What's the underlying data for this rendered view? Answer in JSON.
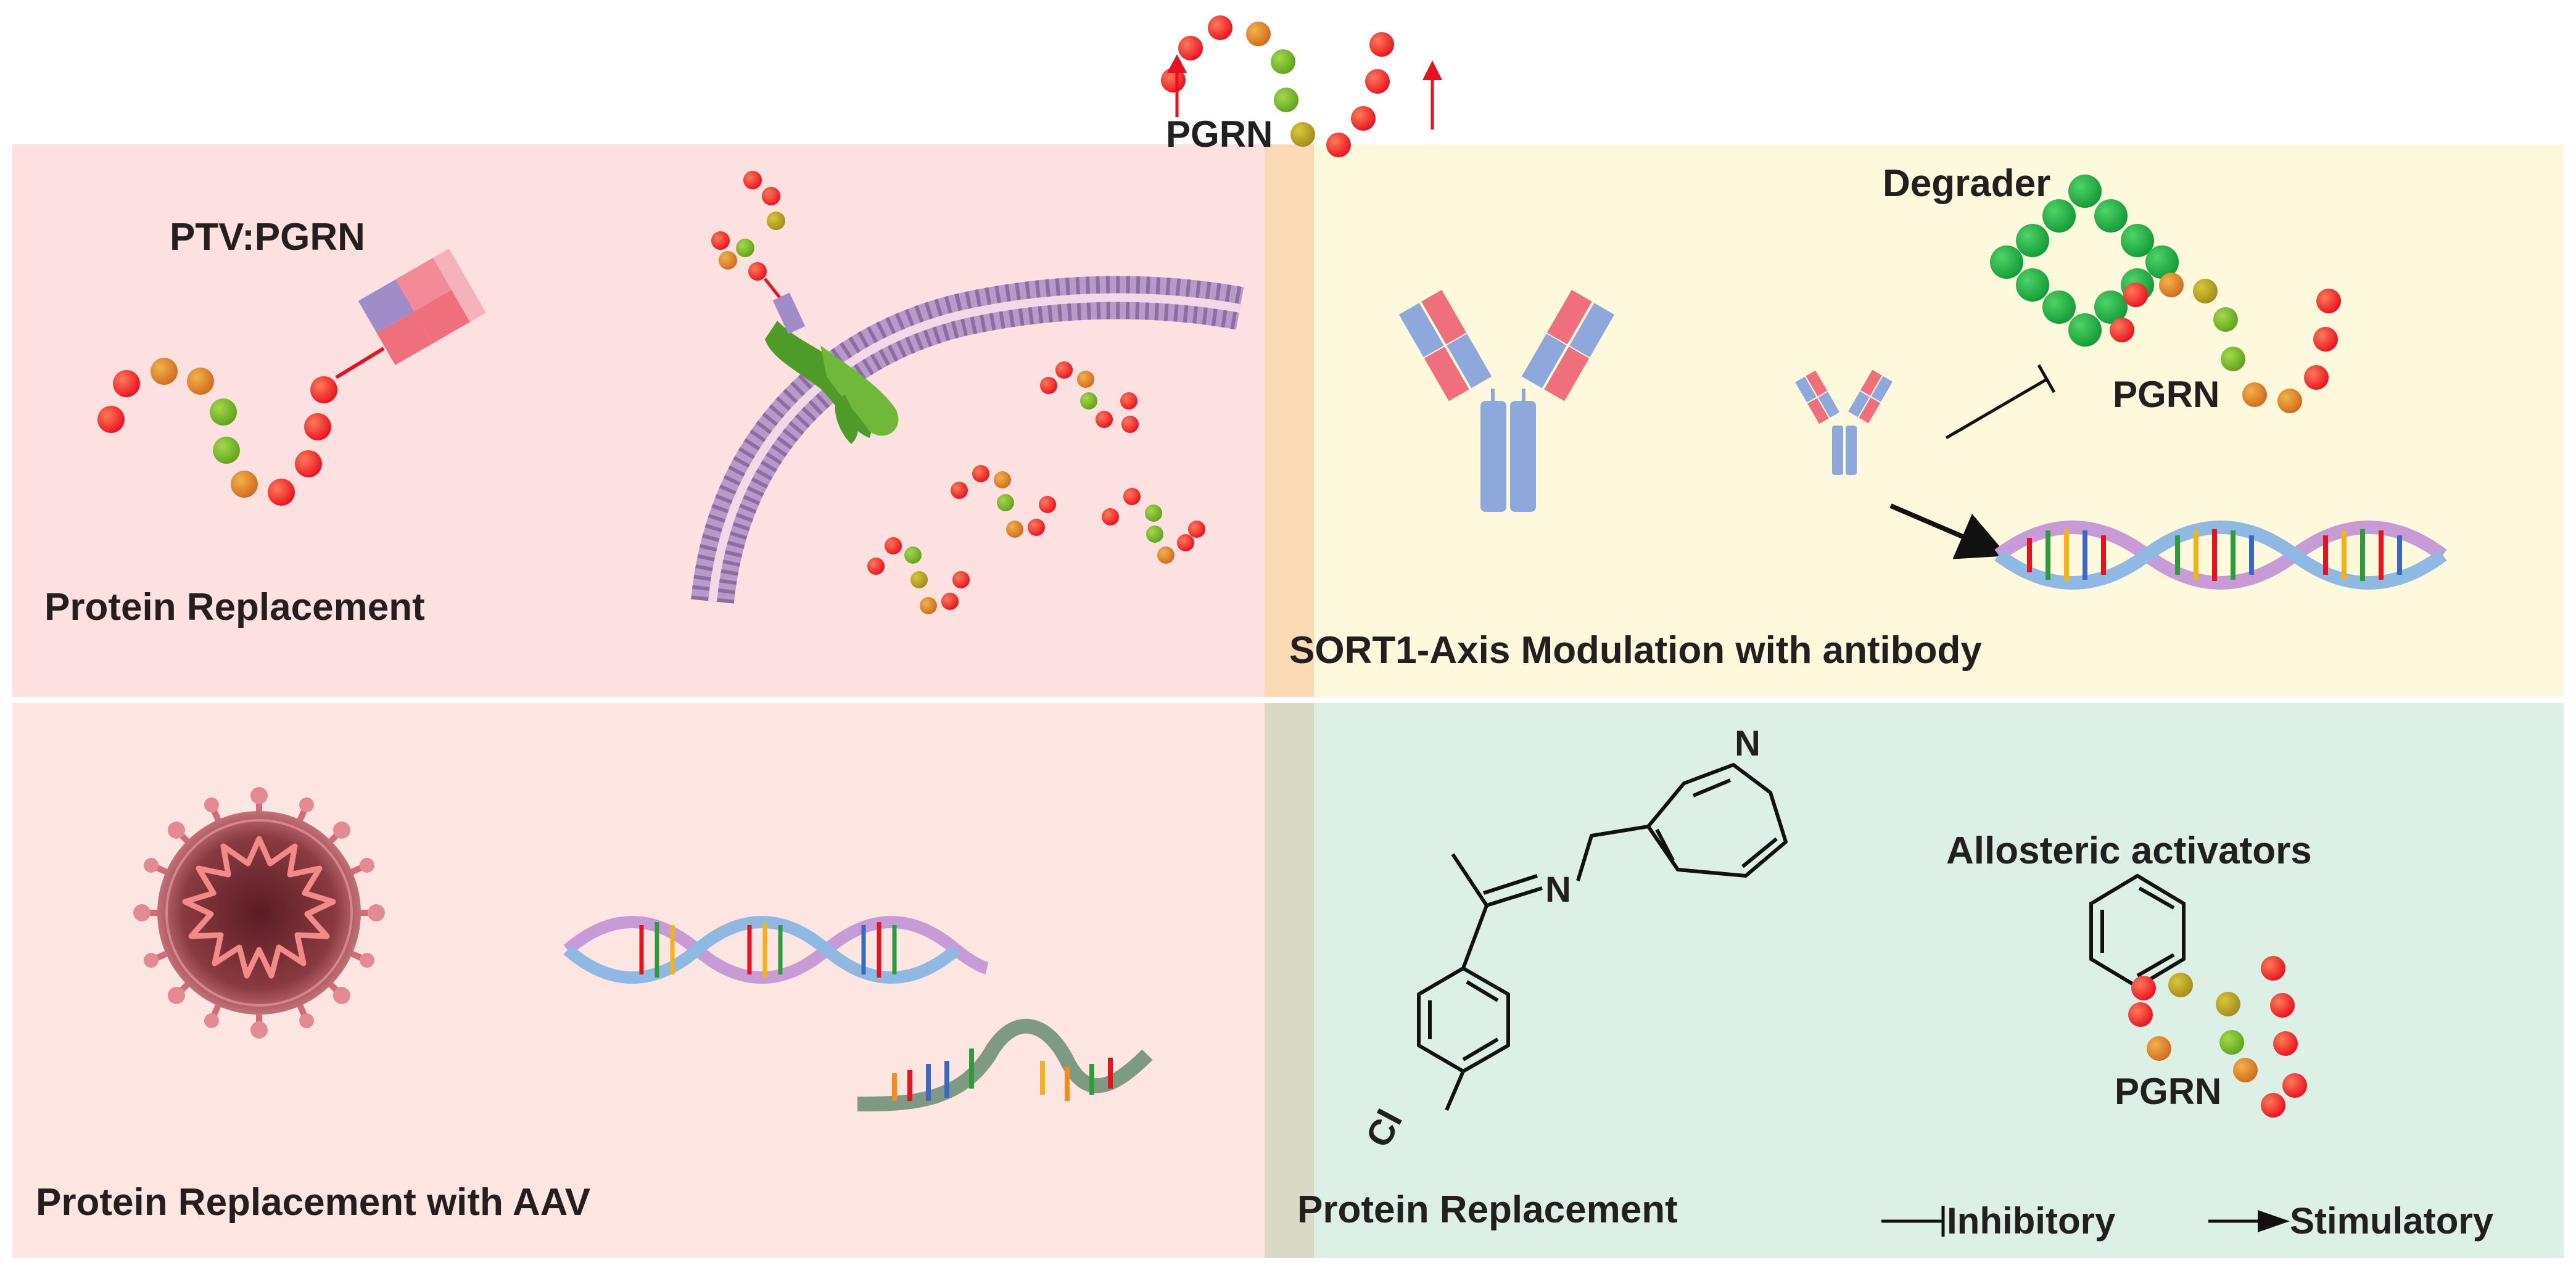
{
  "top": {
    "pgrn_label": "PGRN"
  },
  "quadrants": {
    "top_left": {
      "construct_label": "PTV:PGRN",
      "caption": "Protein Replacement"
    },
    "top_right": {
      "degrader_label": "Degrader",
      "pgrn_label": "PGRN",
      "caption": "SORT1-Axis Modulation with antibody"
    },
    "bottom_left": {
      "caption": "Protein Replacement with AAV"
    },
    "bottom_right": {
      "atom_n1": "N",
      "atom_n2": "N",
      "atom_cl": "Cl",
      "caption": "Protein Replacement",
      "activators_label": "Allosteric activators",
      "pgrn_label": "PGRN"
    }
  },
  "legend": {
    "inhibitory": "Inhibitory",
    "stimulatory": "Stimulatory"
  },
  "colors": {
    "top_left_bg": "#fde1e1",
    "top_right_bg": "#fef8dd",
    "bottom_left_bg": "#fde6e2",
    "bottom_right_bg": "#dcf0e6",
    "bead_red": "#ee1c25",
    "bead_orange": "#d9822b",
    "bead_green": "#72b82d",
    "membrane": "#9370a8",
    "antibody_blue": "#8ea8db",
    "antibody_red": "#ef6f7d",
    "degrader_green": "#22b24c"
  }
}
